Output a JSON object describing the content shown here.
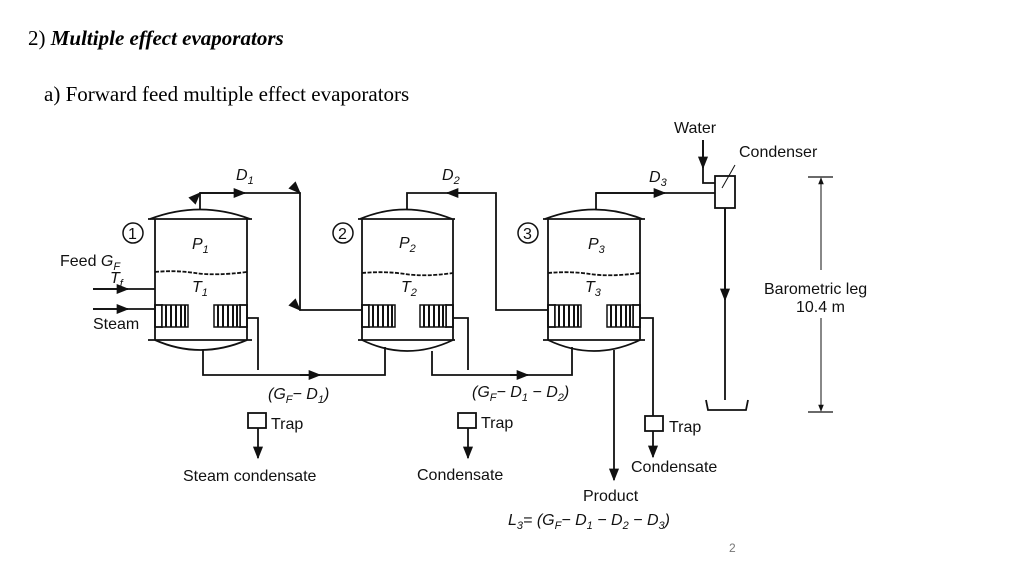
{
  "slide": {
    "section_number": "2)",
    "section_title": "Multiple effect evaporators",
    "subsection": "a) Forward feed multiple effect evaporators",
    "page_number": "2"
  },
  "diagram": {
    "effects": [
      {
        "number": "1",
        "pressure": "P",
        "pressure_sub": "1",
        "temp": "T",
        "temp_sub": "1",
        "vapor": "D",
        "vapor_sub": "1"
      },
      {
        "number": "2",
        "pressure": "P",
        "pressure_sub": "2",
        "temp": "T",
        "temp_sub": "2",
        "vapor": "D",
        "vapor_sub": "2"
      },
      {
        "number": "3",
        "pressure": "P",
        "pressure_sub": "3",
        "temp": "T",
        "temp_sub": "3",
        "vapor": "D",
        "vapor_sub": "3"
      }
    ],
    "feed_label": "Feed",
    "feed_symbol": "G",
    "feed_symbol_sub": "F",
    "feed_temp": "T",
    "feed_temp_sub": "f",
    "steam_label": "Steam",
    "flow_1_2": "(G_F − D_1)",
    "flow_2_3": "(G_F − D_1 − D_2)",
    "trap_label": "Trap",
    "outlets": [
      "Steam condensate",
      "Condensate",
      "Condensate"
    ],
    "water_label": "Water",
    "condenser_label": "Condenser",
    "barometric_label": "Barometric leg",
    "barometric_value": "10.4 m",
    "product_label": "Product",
    "product_formula": "L_3 = (G_F − D_1 − D_2 − D_3)"
  }
}
